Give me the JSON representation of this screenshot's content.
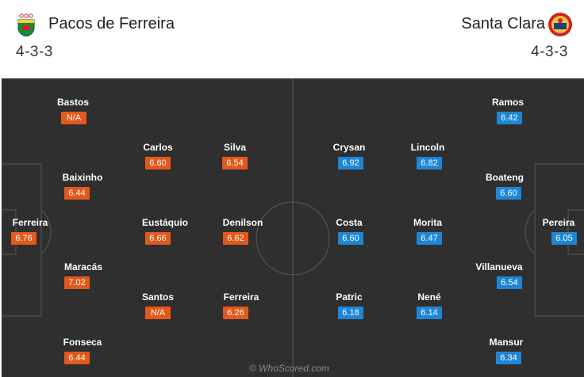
{
  "home": {
    "name": "Pacos de Ferreira",
    "formation": "4-3-3",
    "rating_color": "#e3581b",
    "logo": "pacos-crest-icon",
    "players": [
      {
        "name": "Bastos",
        "rating": "N/A"
      },
      {
        "name": "Carlos",
        "rating": "6.60"
      },
      {
        "name": "Silva",
        "rating": "6.54"
      },
      {
        "name": "Baixinho",
        "rating": "6.44"
      },
      {
        "name": "Ferreira",
        "rating": "6.76"
      },
      {
        "name": "Eustáquio",
        "rating": "6.66"
      },
      {
        "name": "Denilson",
        "rating": "6.62"
      },
      {
        "name": "Maracás",
        "rating": "7.02"
      },
      {
        "name": "Santos",
        "rating": "N/A"
      },
      {
        "name": "Ferreira",
        "rating": "6.26"
      },
      {
        "name": "Fonseca",
        "rating": "6.44"
      }
    ]
  },
  "away": {
    "name": "Santa Clara",
    "formation": "4-3-3",
    "rating_color": "#1e86d6",
    "logo": "santa-clara-crest-icon",
    "players": [
      {
        "name": "Ramos",
        "rating": "6.42"
      },
      {
        "name": "Crysan",
        "rating": "6.92"
      },
      {
        "name": "Lincoln",
        "rating": "6.82"
      },
      {
        "name": "Boateng",
        "rating": "6.60"
      },
      {
        "name": "Costa",
        "rating": "6.60"
      },
      {
        "name": "Morita",
        "rating": "6.47"
      },
      {
        "name": "Pereira",
        "rating": "6.05"
      },
      {
        "name": "Villanueva",
        "rating": "6.54"
      },
      {
        "name": "Patric",
        "rating": "6.18"
      },
      {
        "name": "Nené",
        "rating": "6.14"
      },
      {
        "name": "Mansur",
        "rating": "6.34"
      }
    ]
  },
  "watermark": "© WhoScored.com",
  "pitch_color": "#2f2f2f"
}
